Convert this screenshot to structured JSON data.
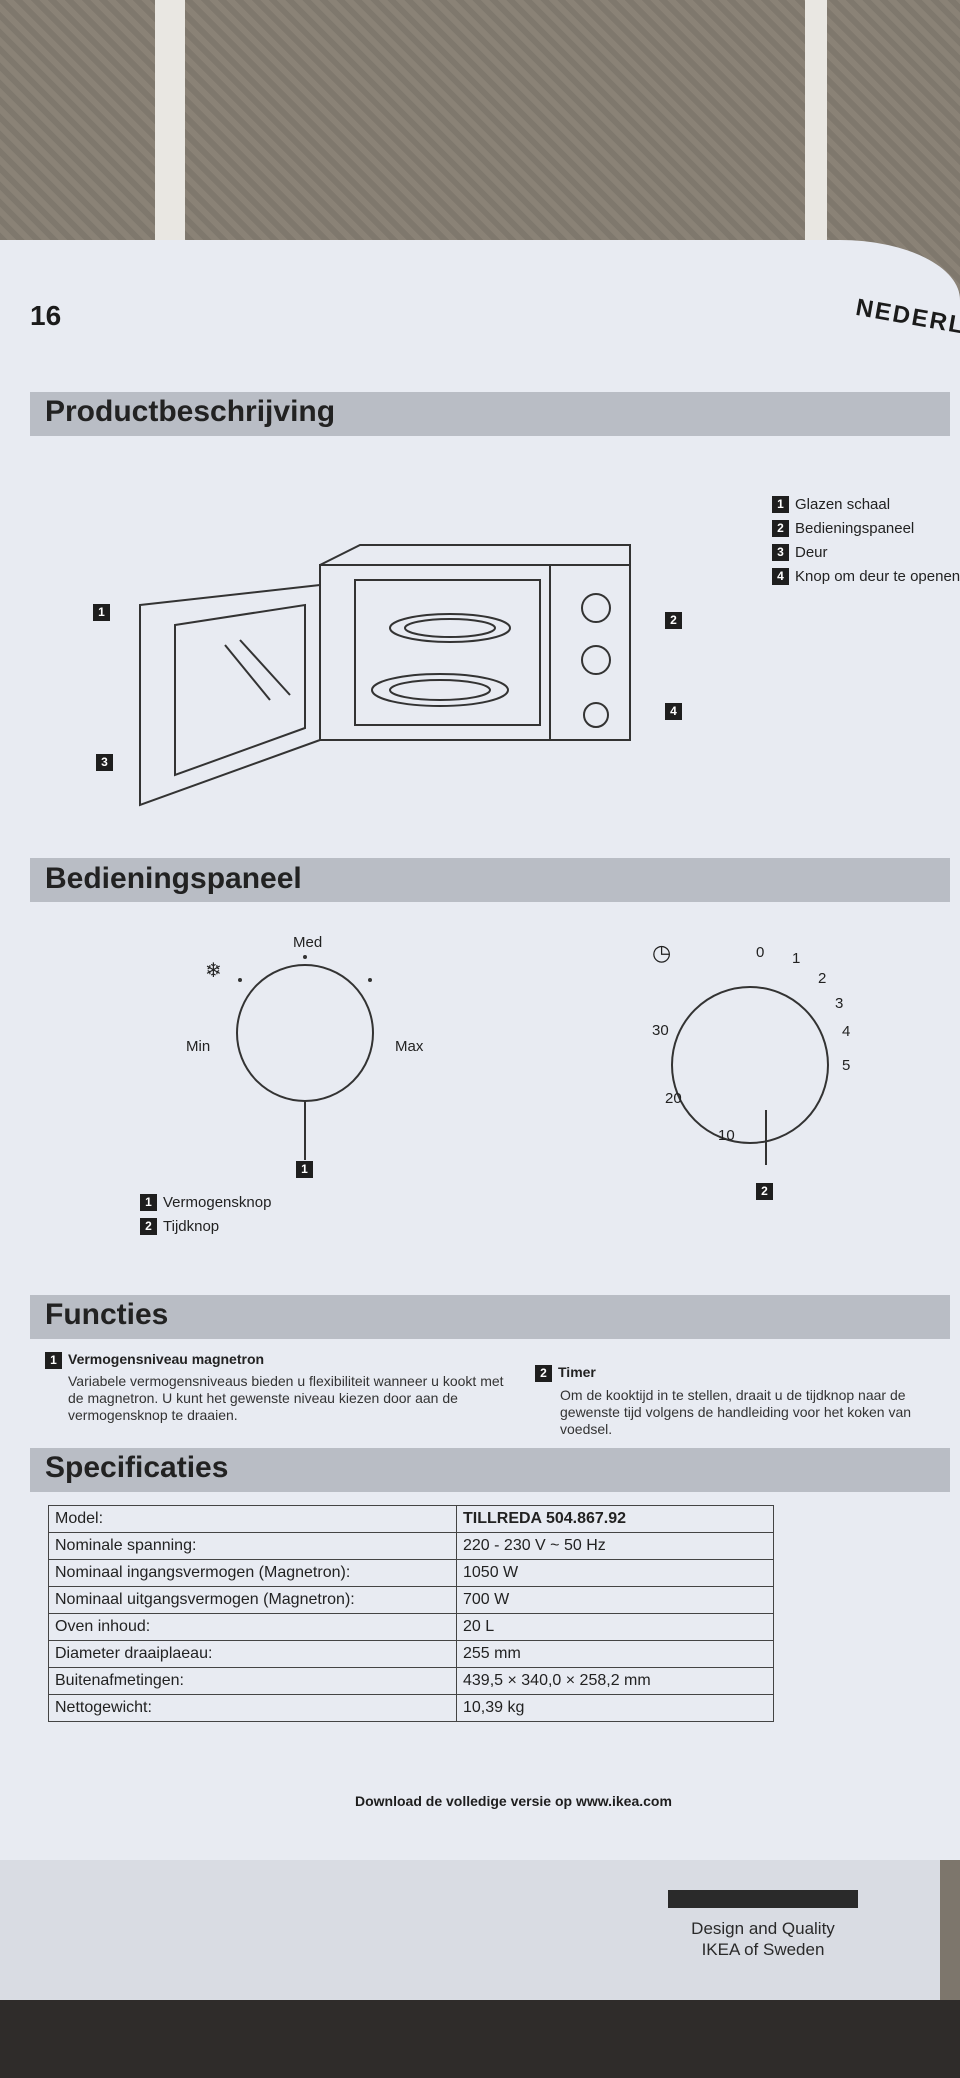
{
  "page_number": "16",
  "language_header": "NEDERLA",
  "sections": {
    "product": "Productbeschrijving",
    "panel": "Bedieningspaneel",
    "functions": "Functies",
    "specs": "Specificaties"
  },
  "product_legend": [
    {
      "n": "1",
      "label": "Glazen schaal"
    },
    {
      "n": "2",
      "label": "Bedieningspaneel"
    },
    {
      "n": "3",
      "label": "Deur"
    },
    {
      "n": "4",
      "label": "Knop om deur te openen"
    }
  ],
  "callouts": {
    "c1": "1",
    "c2": "2",
    "c3": "3",
    "c4": "4"
  },
  "power_dial": {
    "med": "Med",
    "min": "Min",
    "max": "Max",
    "callout": "1"
  },
  "timer_dial": {
    "ticks": [
      "0",
      "1",
      "2",
      "3",
      "4",
      "5",
      "10",
      "20",
      "30"
    ],
    "callout": "2"
  },
  "panel_legend": [
    {
      "n": "1",
      "label": "Vermogensknop"
    },
    {
      "n": "2",
      "label": "Tijdknop"
    }
  ],
  "functions": {
    "f1_num": "1",
    "f1_title": "Vermogensniveau magnetron",
    "f1_text": "Variabele vermogensniveaus bieden u flexibiliteit wanneer u kookt met de magnetron. U kunt het gewenste niveau kiezen door aan de vermogensknop te draaien.",
    "f2_num": "2",
    "f2_title": "Timer",
    "f2_text": "Om de kooktijd in te stellen, draait u de tijdknop naar de gewenste tijd volgens de handleiding voor het koken van voedsel."
  },
  "specs": [
    {
      "k": "Model:",
      "v": "TILLREDA 504.867.92"
    },
    {
      "k": "Nominale spanning:",
      "v": "220 - 230 V ~ 50 Hz"
    },
    {
      "k": "Nominaal ingangsvermogen (Magnetron):",
      "v": "1050 W"
    },
    {
      "k": "Nominaal uitgangsvermogen (Magnetron):",
      "v": "700 W"
    },
    {
      "k": "Oven inhoud:",
      "v": "20 L"
    },
    {
      "k": "Diameter draaiplaeau:",
      "v": "255 mm"
    },
    {
      "k": "Buitenafmetingen:",
      "v": "439,5 × 340,0 × 258,2 mm"
    },
    {
      "k": "Nettogewicht:",
      "v": "10,39 kg"
    }
  ],
  "download_note": "Download de volledige versie op www.ikea.com",
  "footer": {
    "line1": "Design and Quality",
    "line2": "IKEA of Sweden"
  },
  "colors": {
    "section_bar": "#b9bdc5",
    "page": "#e8ebf2",
    "ink": "#1e1e1e"
  }
}
